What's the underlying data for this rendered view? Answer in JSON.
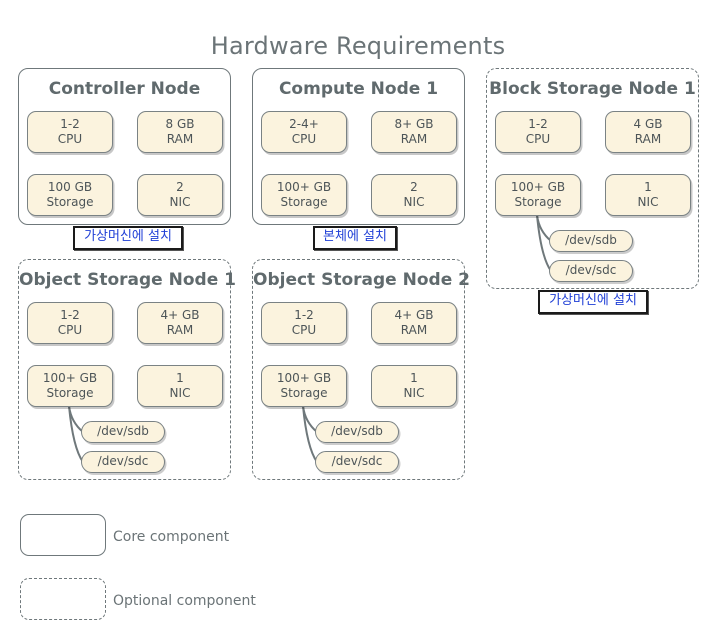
{
  "title": "Hardware Requirements",
  "nodes": {
    "controller": {
      "title": "Controller Node",
      "cpu": [
        "1-2",
        "CPU"
      ],
      "ram": [
        "8 GB",
        "RAM"
      ],
      "storage": [
        "100 GB",
        "Storage"
      ],
      "nic": [
        "2",
        "NIC"
      ],
      "note": "가상머신에 설치"
    },
    "compute": {
      "title": "Compute Node 1",
      "cpu": [
        "2-4+",
        "CPU"
      ],
      "ram": [
        "8+ GB",
        "RAM"
      ],
      "storage": [
        "100+ GB",
        "Storage"
      ],
      "nic": [
        "2",
        "NIC"
      ],
      "note": "본체에 설치"
    },
    "block": {
      "title": "Block Storage Node 1",
      "cpu": [
        "1-2",
        "CPU"
      ],
      "ram": [
        "4 GB",
        "RAM"
      ],
      "storage": [
        "100+ GB",
        "Storage"
      ],
      "nic": [
        "1",
        "NIC"
      ],
      "devices": [
        "/dev/sdb",
        "/dev/sdc"
      ],
      "note": "가상머신에 설치"
    },
    "object1": {
      "title": "Object Storage Node 1",
      "cpu": [
        "1-2",
        "CPU"
      ],
      "ram": [
        "4+ GB",
        "RAM"
      ],
      "storage": [
        "100+ GB",
        "Storage"
      ],
      "nic": [
        "1",
        "NIC"
      ],
      "devices": [
        "/dev/sdb",
        "/dev/sdc"
      ]
    },
    "object2": {
      "title": "Object Storage Node 2",
      "cpu": [
        "1-2",
        "CPU"
      ],
      "ram": [
        "4+ GB",
        "RAM"
      ],
      "storage": [
        "100+ GB",
        "Storage"
      ],
      "nic": [
        "1",
        "NIC"
      ],
      "devices": [
        "/dev/sdb",
        "/dev/sdc"
      ]
    }
  },
  "legend": {
    "core": "Core component",
    "optional": "Optional component"
  }
}
